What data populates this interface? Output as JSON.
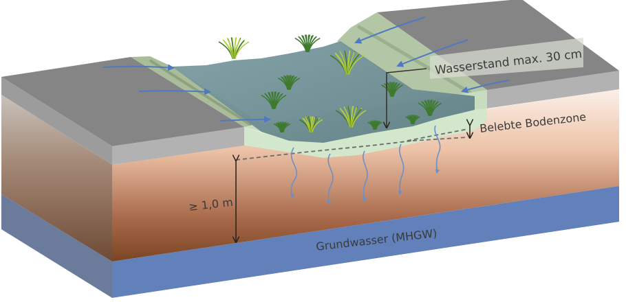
{
  "diagram": {
    "labels": {
      "water_level": "Wasserstand max. 30 cm",
      "active_soil_zone": "Belebte Bodenzone",
      "min_distance": "≥ 1,0 m",
      "groundwater": "Grundwasser (MHGW)"
    },
    "icons": {
      "runoff_arrow": "runoff-arrow-icon",
      "infiltration_arrow": "infiltration-arrow-icon",
      "dimension_arrow": "double-headed-arrow-icon",
      "plant": "grass-plant-icon"
    },
    "colors": {
      "pavement_top": "#858585",
      "pavement_side": "#b2b2b2",
      "pavement_left": "#9c9c9c",
      "swale_green": "#b9cfae",
      "active_zone_green": "#d3e7cc",
      "water": "#6e8b8e",
      "soil_light": "#f6e1d2",
      "soil_dark": "#7a4523",
      "groundwater": "#6280b9",
      "groundwater_side": "#6a7b9c",
      "arrow_blue": "#4f79c0",
      "grass_light": "#b7cf3a",
      "grass_dark": "#3e7a2e"
    }
  }
}
